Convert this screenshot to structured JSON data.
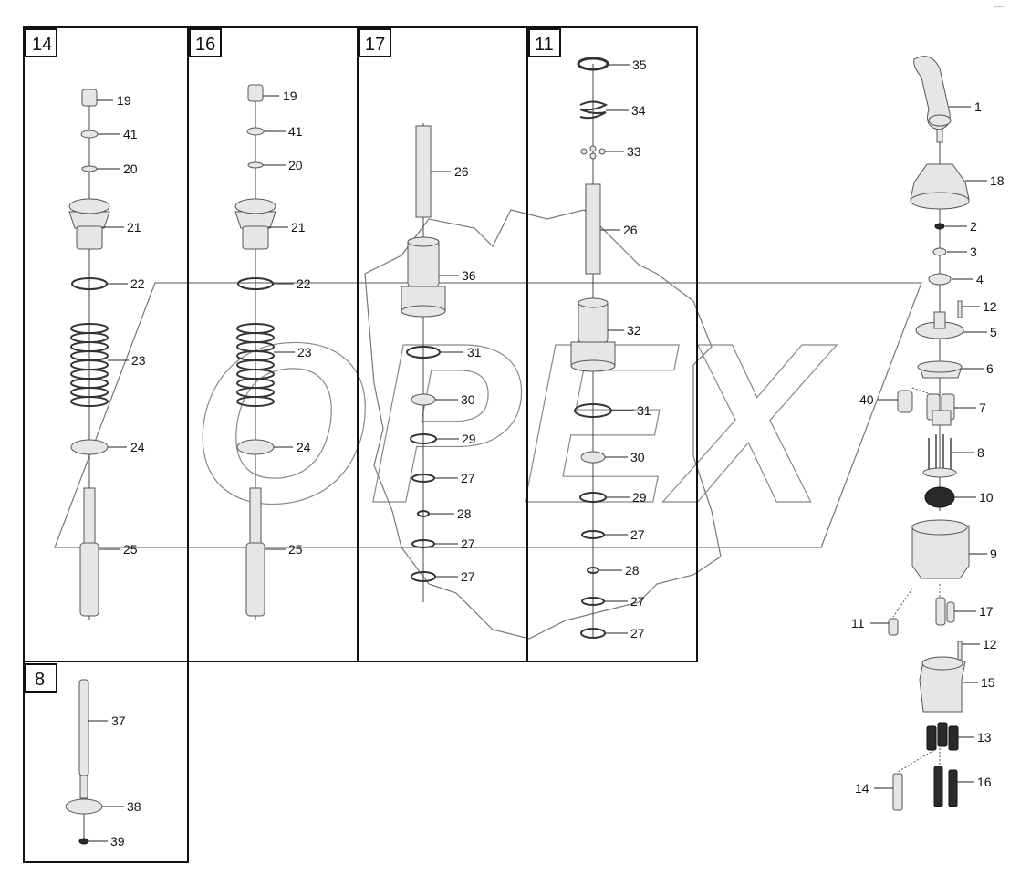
{
  "sections": [
    {
      "key": "s14",
      "label": "14"
    },
    {
      "key": "s16",
      "label": "16"
    },
    {
      "key": "s17",
      "label": "17"
    },
    {
      "key": "s11",
      "label": "11"
    },
    {
      "key": "s8",
      "label": "8"
    }
  ],
  "callouts": {
    "s14": [
      "19",
      "41",
      "20",
      "21",
      "22",
      "23",
      "24",
      "25"
    ],
    "s16": [
      "19",
      "41",
      "20",
      "21",
      "22",
      "23",
      "24",
      "25"
    ],
    "s17": [
      "26",
      "36",
      "31",
      "30",
      "29",
      "27",
      "28",
      "27",
      "27"
    ],
    "s11": [
      "35",
      "34",
      "33",
      "26",
      "32",
      "31",
      "30",
      "29",
      "27",
      "28",
      "27",
      "27"
    ],
    "s8": [
      "37",
      "38",
      "39"
    ],
    "main": [
      "1",
      "18",
      "2",
      "3",
      "4",
      "12",
      "5",
      "6",
      "40",
      "7",
      "8",
      "10",
      "9",
      "11",
      "17",
      "12",
      "15",
      "13",
      "14",
      "16"
    ]
  },
  "watermark": "OPEX",
  "corner_mark": "-----"
}
